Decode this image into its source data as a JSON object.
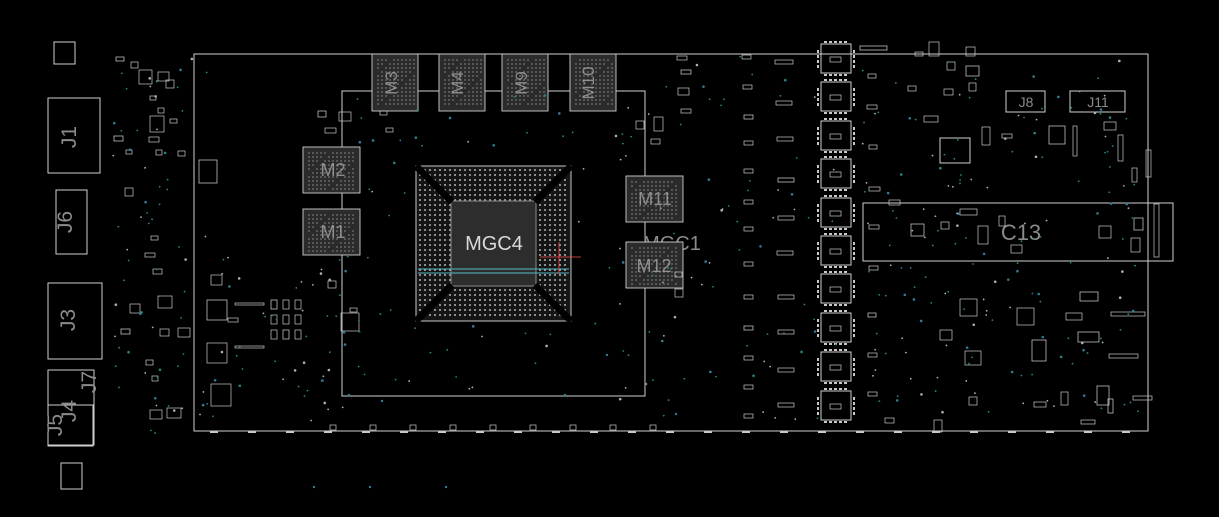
{
  "diagram": {
    "background": "#000000",
    "line_color": "#cfcfcf",
    "via_color": "#2f7f8d",
    "highlight_color": "#56b8c8",
    "marker_color": "#ff4c4c"
  },
  "labels": {
    "main_chip": "MGC4",
    "chip_right": "MGC1",
    "cap_region": "C13",
    "memory_top": [
      "M3",
      "M4",
      "M9",
      "M10"
    ],
    "memory_left": [
      "M2",
      "M1"
    ],
    "memory_right": [
      "M11",
      "M12"
    ],
    "connectors": [
      "J1",
      "J6",
      "J3",
      "J7",
      "J5",
      "J4",
      "J8",
      "J11"
    ]
  }
}
